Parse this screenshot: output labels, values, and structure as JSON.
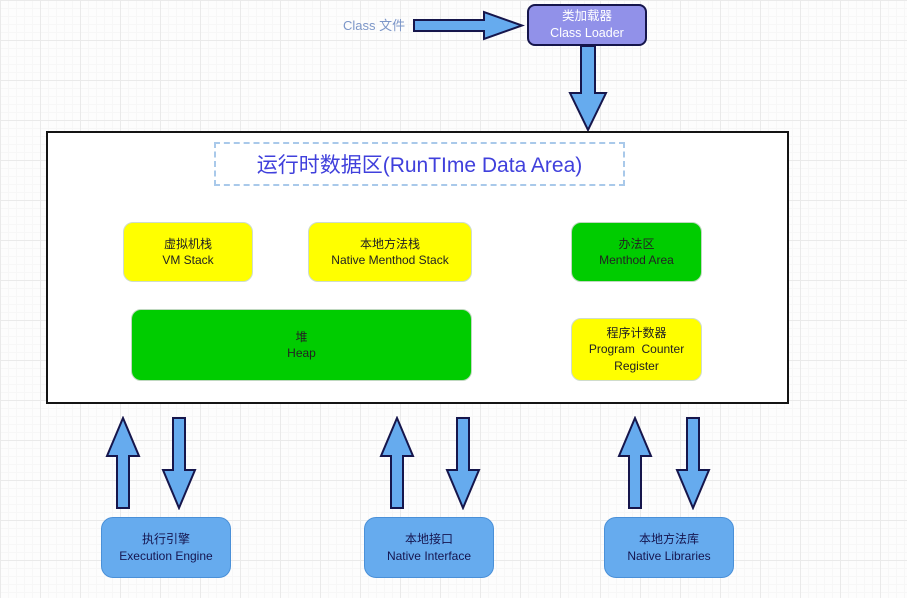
{
  "diagram": {
    "class_file_label": "Class 文件",
    "class_loader": {
      "zh": "类加载器",
      "en": "Class Loader"
    },
    "runtime_area_title": "运行时数据区(RunTIme Data Area)",
    "blocks": {
      "vm_stack": {
        "zh": "虚拟机栈",
        "en": "VM Stack"
      },
      "native_method_stack": {
        "zh": "本地方法栈",
        "en": "Native Menthod Stack"
      },
      "method_area": {
        "zh": "办法区",
        "en": "Menthod Area"
      },
      "heap": {
        "zh": "堆",
        "en": "Heap"
      },
      "pc_register": {
        "zh": "程序计数器",
        "en": "Program  Counter Register"
      }
    },
    "bottom_blocks": {
      "execution_engine": {
        "zh": "执行引擎",
        "en": "Execution Engine"
      },
      "native_interface": {
        "zh": "本地接口",
        "en": "Native Interface"
      },
      "native_libraries": {
        "zh": "本地方法库",
        "en": "Native Libraries"
      }
    },
    "colors": {
      "accent_blue": "#66ABEE",
      "arrow_border": "#16164C",
      "purple_fill": "#9191E9",
      "yellow_fill": "#FFFF00",
      "green_fill": "#00CC00",
      "title_blue": "#4040DC",
      "label_blue": "#7C96C8",
      "navy_text": "#15154F"
    }
  }
}
